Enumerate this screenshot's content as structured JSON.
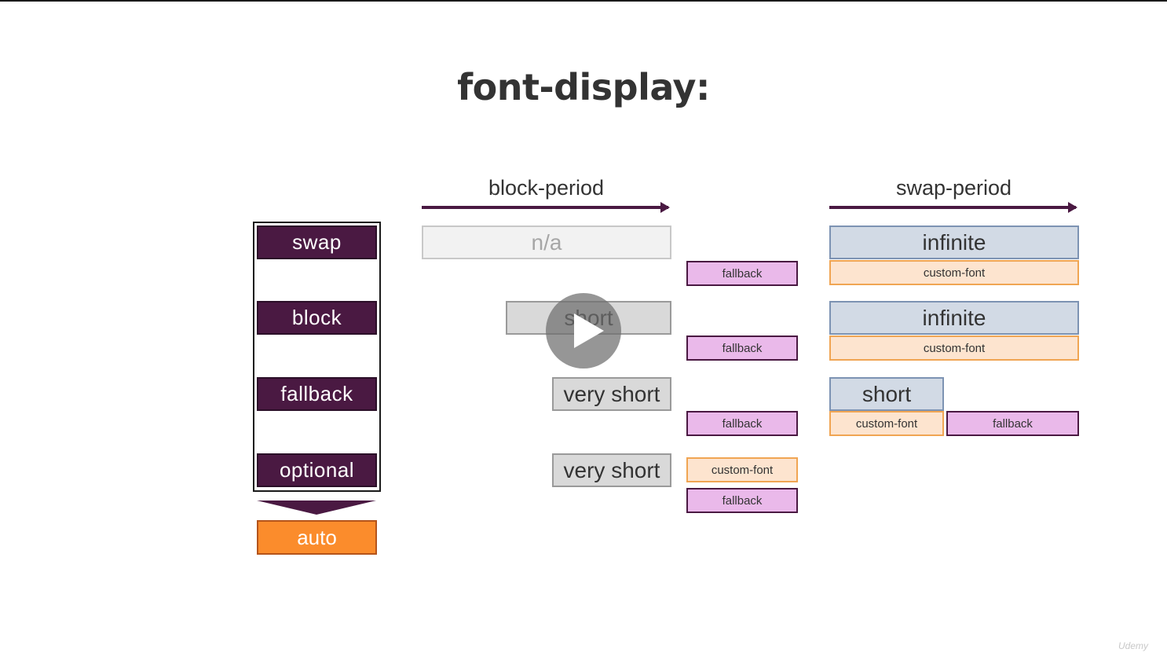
{
  "title": "font-display:",
  "periods": {
    "block": "block-period",
    "swap": "swap-period"
  },
  "values": [
    "swap",
    "block",
    "fallback",
    "optional"
  ],
  "default_value": "auto",
  "block_periods": [
    "n/a",
    "short",
    "very short",
    "very short"
  ],
  "swap_periods": [
    "infinite",
    "infinite",
    "short"
  ],
  "labels": {
    "fallback": "fallback",
    "custom_font": "custom-font"
  },
  "watermark": "Udemy",
  "colors": {
    "purple": "#4a1942",
    "orange": "#fb8c2c",
    "pink": "#eab9ea",
    "peach": "#fde4cf",
    "blue": "#d2dae5",
    "gray": "#d9d9d9"
  },
  "icons": {
    "play": "play-icon"
  }
}
